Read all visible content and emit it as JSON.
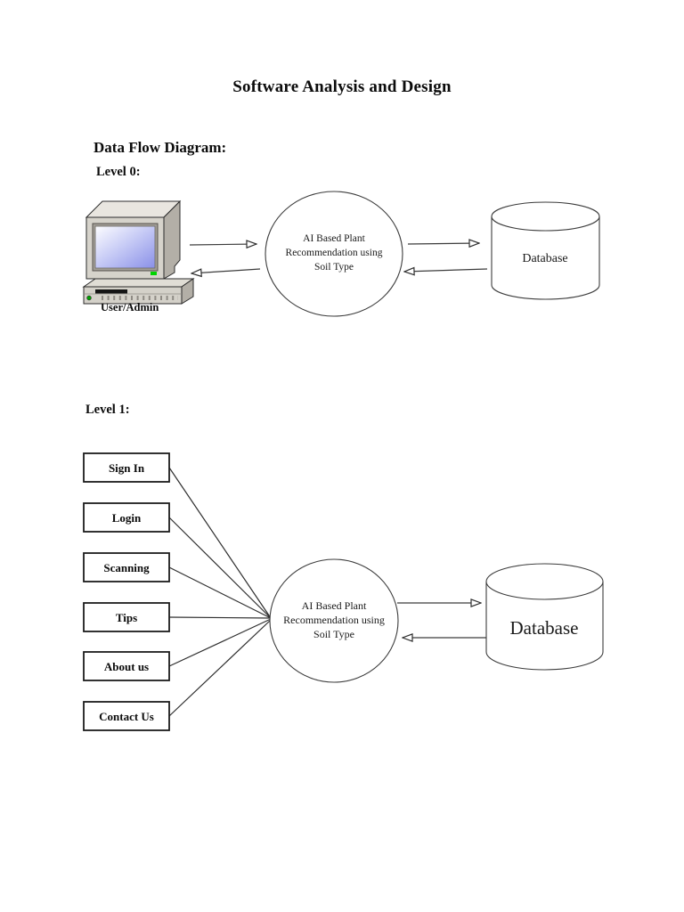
{
  "document": {
    "title": "Software Analysis and Design",
    "section_heading": "Data Flow Diagram:"
  },
  "level0": {
    "heading": "Level 0:",
    "external_entity": "User/Admin",
    "process_line1": "AI Based Plant",
    "process_line2": "Recommendation using",
    "process_line3": "Soil Type",
    "datastore": "Database"
  },
  "level1": {
    "heading": "Level 1:",
    "boxes": [
      "Sign In",
      "Login",
      "Scanning",
      "Tips",
      "About us",
      "Contact Us"
    ],
    "process_line1": "AI Based Plant",
    "process_line2": "Recommendation using",
    "process_line3": "Soil Type",
    "datastore": "Database"
  },
  "colors": {
    "screen_blue": "#8a90e8",
    "led_green": "#00d400",
    "line": "#3c3c3c"
  }
}
